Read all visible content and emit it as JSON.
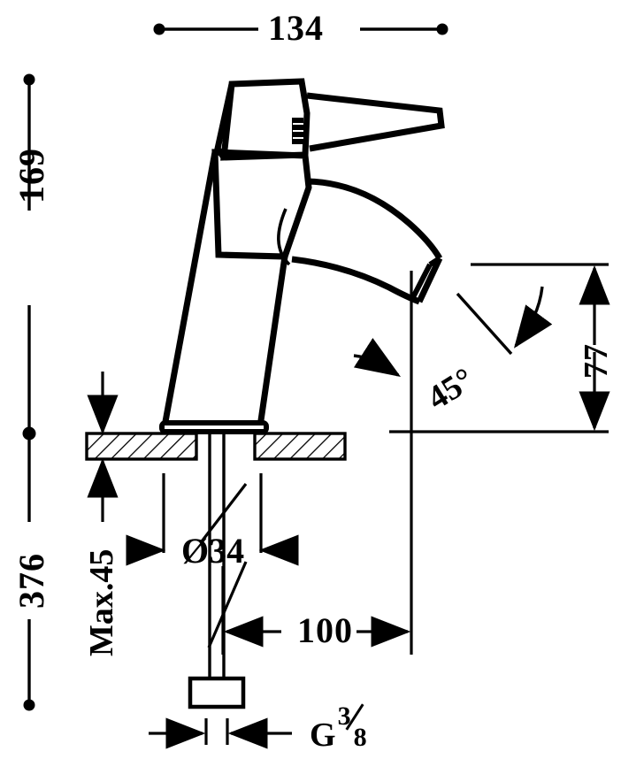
{
  "drawing": {
    "title": "Basin mixer tap technical dimension drawing",
    "units": "mm",
    "line_color": "#000000",
    "background_color": "#ffffff"
  },
  "dimensions": {
    "width_top": "134",
    "height_above_deck": "169",
    "height_total": "376",
    "spout_height": "77",
    "spout_angle": "45°",
    "max_deck_thickness": "Max.45",
    "base_diameter": "Ø34",
    "supply_length": "100",
    "thread_label": "G",
    "thread_fraction_numerator": "3",
    "thread_fraction_denominator": "8"
  },
  "annotations": {
    "dot_terminator": "dot-terminator",
    "arrow_terminator": "arrow-terminator",
    "hatch_pattern": "section-hatch",
    "centerline": "centerline"
  },
  "parts": {
    "lever_handle": "lever-handle",
    "cartridge_body": "cartridge-body",
    "spout": "spout",
    "spout_outlet": "spout-outlet",
    "column_body": "column-body",
    "base_gasket": "base-gasket",
    "counter_top": "counter-top-section",
    "threaded_shank": "threaded-shank",
    "supply_tube": "supply-tube",
    "supply_connector": "supply-connector"
  }
}
